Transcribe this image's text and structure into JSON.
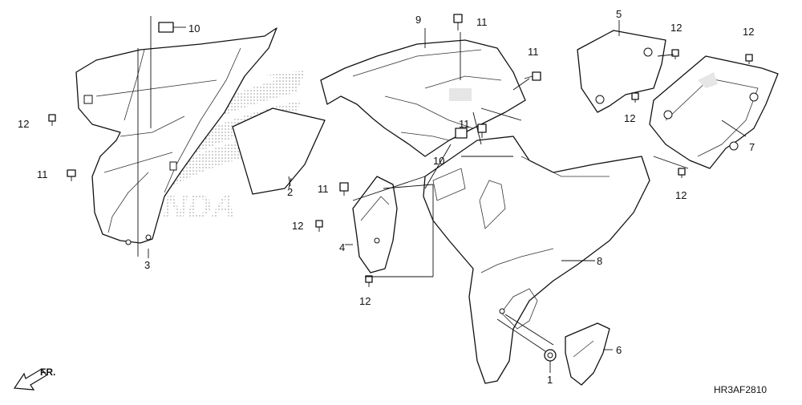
{
  "diagram": {
    "watermark": "HONDA",
    "figure_code": "HR3AF2810",
    "front_indicator": "FR.",
    "callouts": [
      {
        "id": "c10a",
        "label": "10"
      },
      {
        "id": "c12a",
        "label": "12"
      },
      {
        "id": "c11a",
        "label": "11"
      },
      {
        "id": "c3",
        "label": "3"
      },
      {
        "id": "c2",
        "label": "2"
      },
      {
        "id": "c9",
        "label": "9"
      },
      {
        "id": "c11b",
        "label": "11"
      },
      {
        "id": "c11c",
        "label": "11"
      },
      {
        "id": "c11d",
        "label": "11"
      },
      {
        "id": "c10b",
        "label": "10"
      },
      {
        "id": "c11e",
        "label": "11"
      },
      {
        "id": "c12b",
        "label": "12"
      },
      {
        "id": "c4",
        "label": "4"
      },
      {
        "id": "c12c",
        "label": "12"
      },
      {
        "id": "c5",
        "label": "5"
      },
      {
        "id": "c12d",
        "label": "12"
      },
      {
        "id": "c12e",
        "label": "12"
      },
      {
        "id": "c12f",
        "label": "12"
      },
      {
        "id": "c7",
        "label": "7"
      },
      {
        "id": "c12g",
        "label": "12"
      },
      {
        "id": "c8",
        "label": "8"
      },
      {
        "id": "c6",
        "label": "6"
      },
      {
        "id": "c1",
        "label": "1"
      }
    ]
  }
}
